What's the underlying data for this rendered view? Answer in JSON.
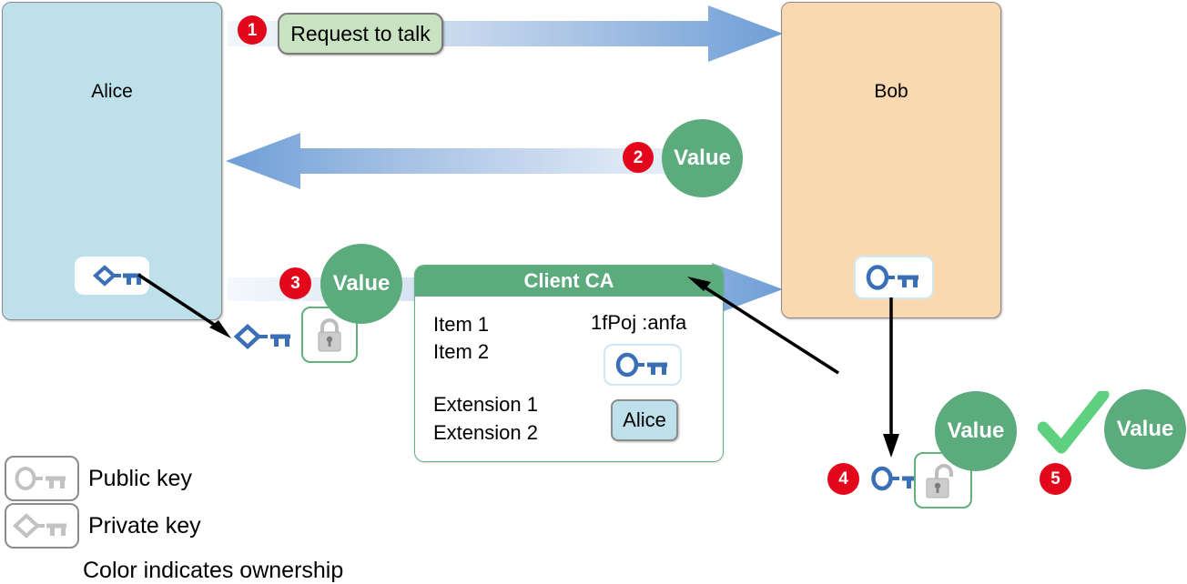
{
  "parties": {
    "alice": {
      "label": "Alice"
    },
    "bob": {
      "label": "Bob"
    }
  },
  "steps": [
    {
      "number": "1",
      "caption": "Request to talk"
    },
    {
      "number": "2",
      "caption": "Value"
    },
    {
      "number": "3",
      "caption": "Value"
    },
    {
      "number": "4",
      "caption": "Value"
    },
    {
      "number": "5",
      "caption": "Value"
    }
  ],
  "value_circles": {
    "step2": "Value",
    "step3": "Value",
    "step4": "Value",
    "step5": "Value"
  },
  "certificate": {
    "title": "Client CA",
    "items": [
      "Item 1",
      "Item 2"
    ],
    "signature_text": "1fPoj :anfa",
    "extensions": [
      "Extension 1",
      "Extension 2"
    ],
    "subject_badge": "Alice",
    "key_icon": "public-key-icon"
  },
  "icons": {
    "alice_private_key": "private-key-icon",
    "alice_signed_key": "private-key-icon",
    "bob_public_key": "public-key-icon",
    "bob_received_key": "public-key-icon",
    "lock_closed": "padlock-closed-icon",
    "lock_open": "padlock-open-icon",
    "verified": "checkmark-icon"
  },
  "legend": {
    "rows": [
      {
        "icon": "public-key-icon",
        "label": "Public key"
      },
      {
        "icon": "private-key-icon",
        "label": "Private key"
      }
    ],
    "note": "Color indicates ownership"
  },
  "colors": {
    "alice_fill": "#bde0ea",
    "bob_fill": "#fbd9b0",
    "green": "#5cab7d",
    "check_green": "#5fd07f",
    "step_red": "#e3071b",
    "arrow_blue": "#7ba7d7",
    "key_blue": "#3a6fb5",
    "key_grey": "#b8b8b8",
    "pill_green": "#c8e2c2"
  }
}
